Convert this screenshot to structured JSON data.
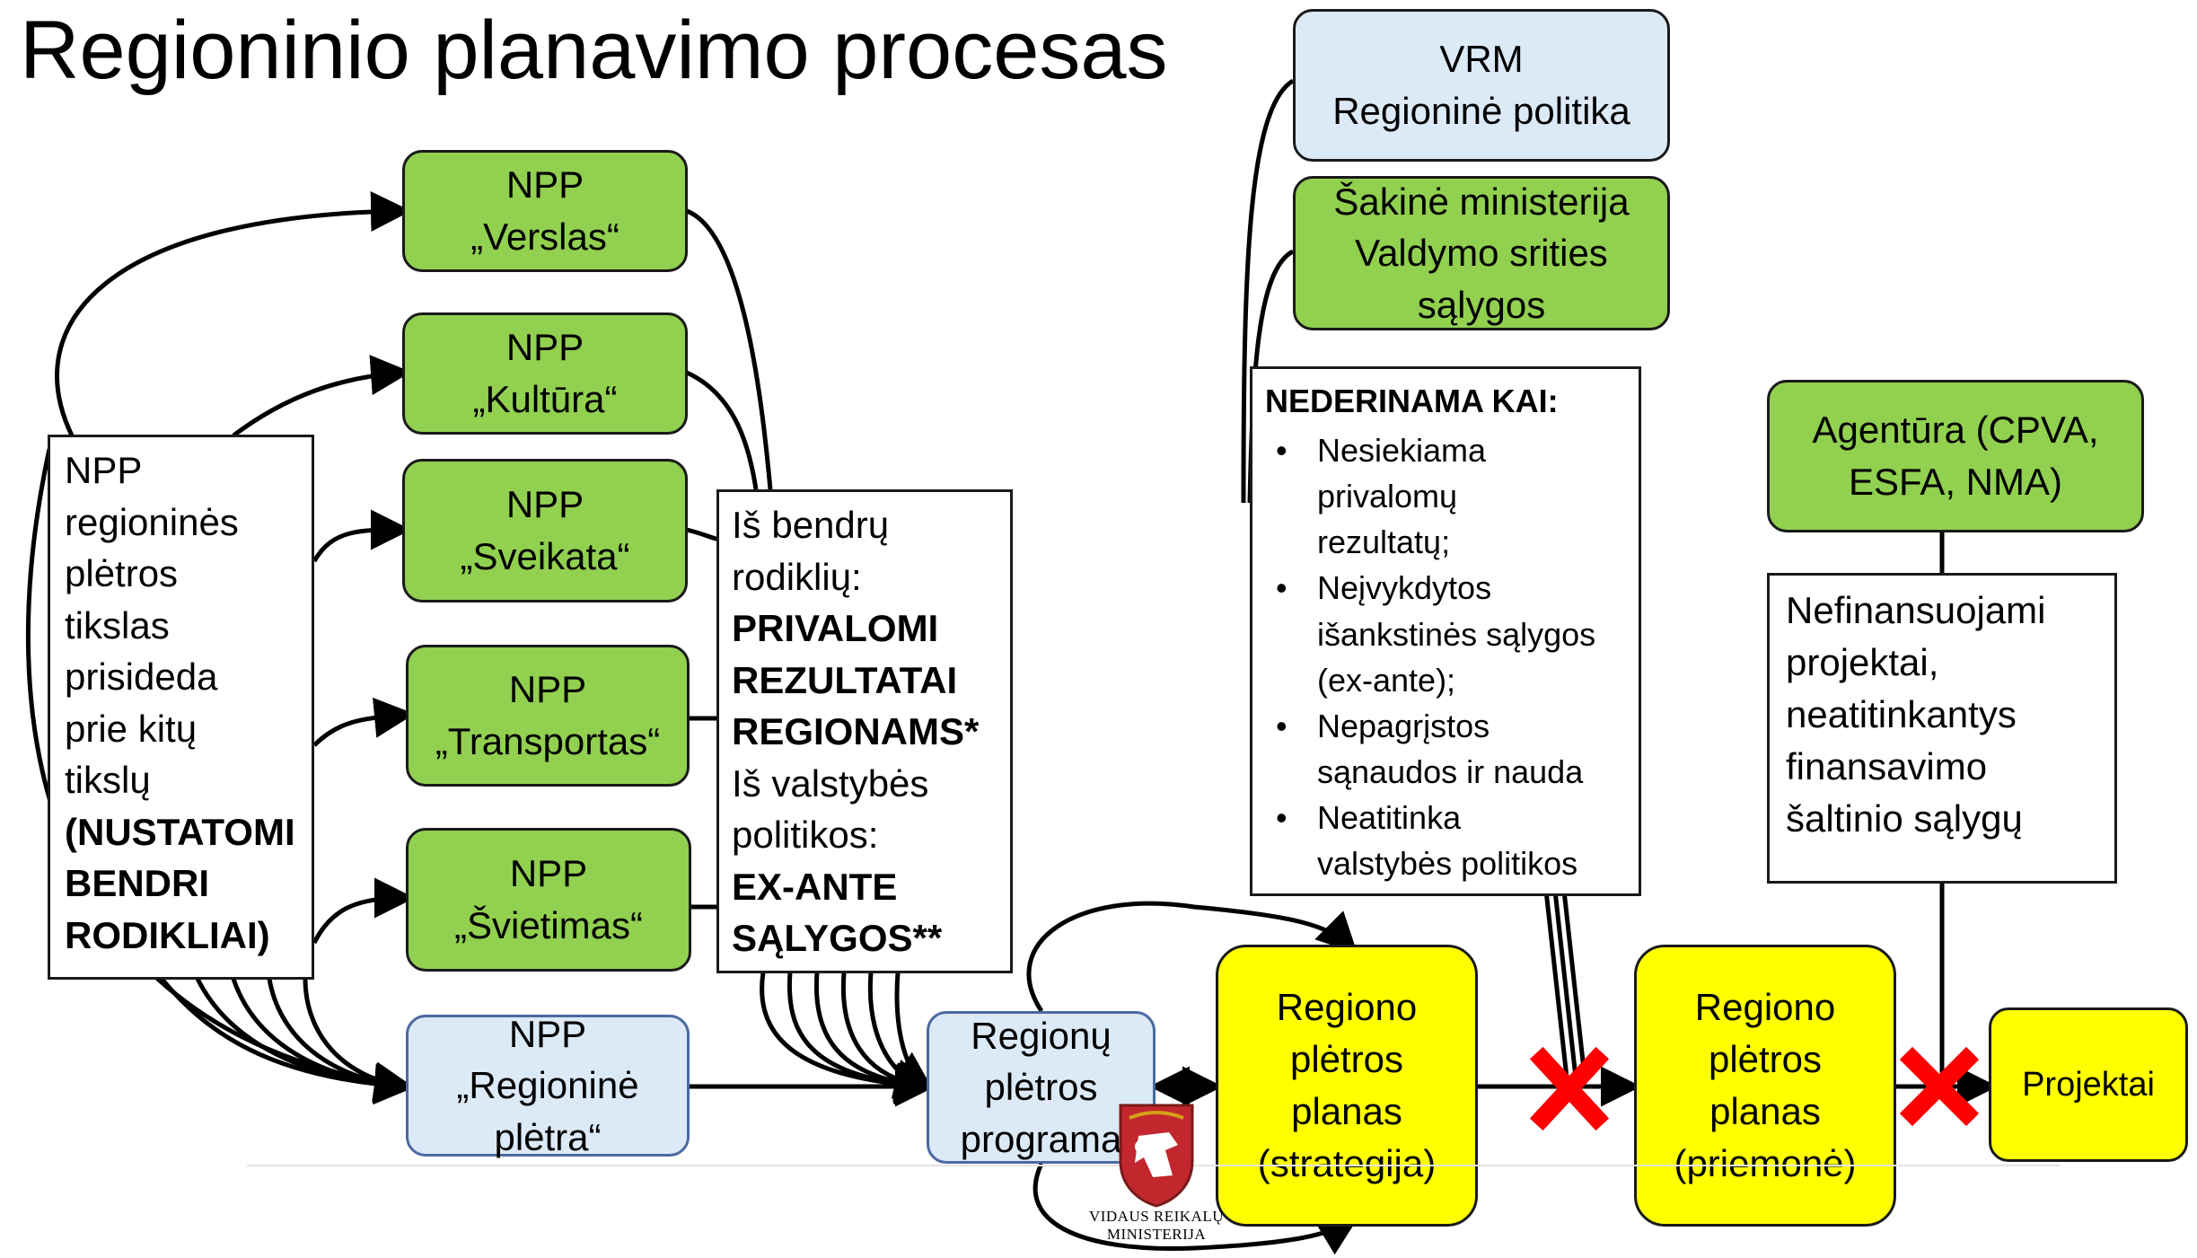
{
  "title": "Regioninio planavimo procesas",
  "npp_boxes": [
    {
      "line1": "NPP",
      "line2": "„Verslas“"
    },
    {
      "line1": "NPP",
      "line2": "„Kultūra“"
    },
    {
      "line1": "NPP",
      "line2": "„Sveikata“"
    },
    {
      "line1": "NPP",
      "line2": "„Transportas“"
    },
    {
      "line1": "NPP",
      "line2": "„Švietimas“"
    },
    {
      "line1": "NPP",
      "line2": "„Regioninė",
      "line3": "plėtra“"
    }
  ],
  "npp_goal": {
    "lines": [
      "NPP",
      "regioninės",
      "plėtros",
      "tikslas",
      "prisideda",
      "prie kitų",
      "tikslų"
    ],
    "bold_lines": [
      "(NUSTATOMI",
      "BENDRI",
      "RODIKLIAI)"
    ]
  },
  "indicators": {
    "intro1a": "Iš bendrų",
    "intro1b": "rodiklių:",
    "bold1": [
      "PRIVALOMI",
      "REZULTATAI",
      "REGIONAMS*"
    ],
    "intro2a": "Iš valstybės",
    "intro2b": "politikos:",
    "bold2": [
      "EX-ANTE",
      "SĄLYGOS**"
    ]
  },
  "vrm": {
    "line1": "VRM",
    "line2": "Regioninė politika"
  },
  "ministry": {
    "line1": "Šakinė ministerija",
    "line2": "Valdymo srities",
    "line3": "sąlygos"
  },
  "nederinama": {
    "heading": "NEDERINAMA KAI:",
    "items": [
      [
        "Nesiekiama",
        "privalomų",
        "rezultatų;"
      ],
      [
        "Neįvykdytos",
        "išankstinės sąlygos",
        "(ex-ante);"
      ],
      [
        "Nepagrįstos",
        "sąnaudos ir nauda"
      ],
      [
        "Neatitinka",
        "valstybės politikos"
      ]
    ]
  },
  "agency": {
    "line1": "Agentūra (CPVA,",
    "line2": "ESFA, NMA)"
  },
  "unfunded": {
    "lines": [
      "Nefinansuojami",
      "projektai,",
      "neatitinkantys",
      "finansavimo",
      "šaltinio sąlygų"
    ]
  },
  "regional_program": {
    "line1": "Regionų",
    "line2": "plėtros",
    "line3": "programa"
  },
  "plan_strategy": {
    "line1": "Regiono",
    "line2": "plėtros",
    "line3": "planas",
    "line4": "(strategija)"
  },
  "plan_measure": {
    "line1": "Regiono",
    "line2": "plėtros",
    "line3": "planas",
    "line4": "(priemonė)"
  },
  "projects": {
    "label": "Projektai"
  },
  "logo": {
    "line1": "VIDAUS REIKALŲ",
    "line2": "MINISTERIJA"
  },
  "colors": {
    "green": "#92d050",
    "blue": "#dce9f6",
    "yellow": "#ffff00",
    "blocked_cross": "#ff0000"
  }
}
